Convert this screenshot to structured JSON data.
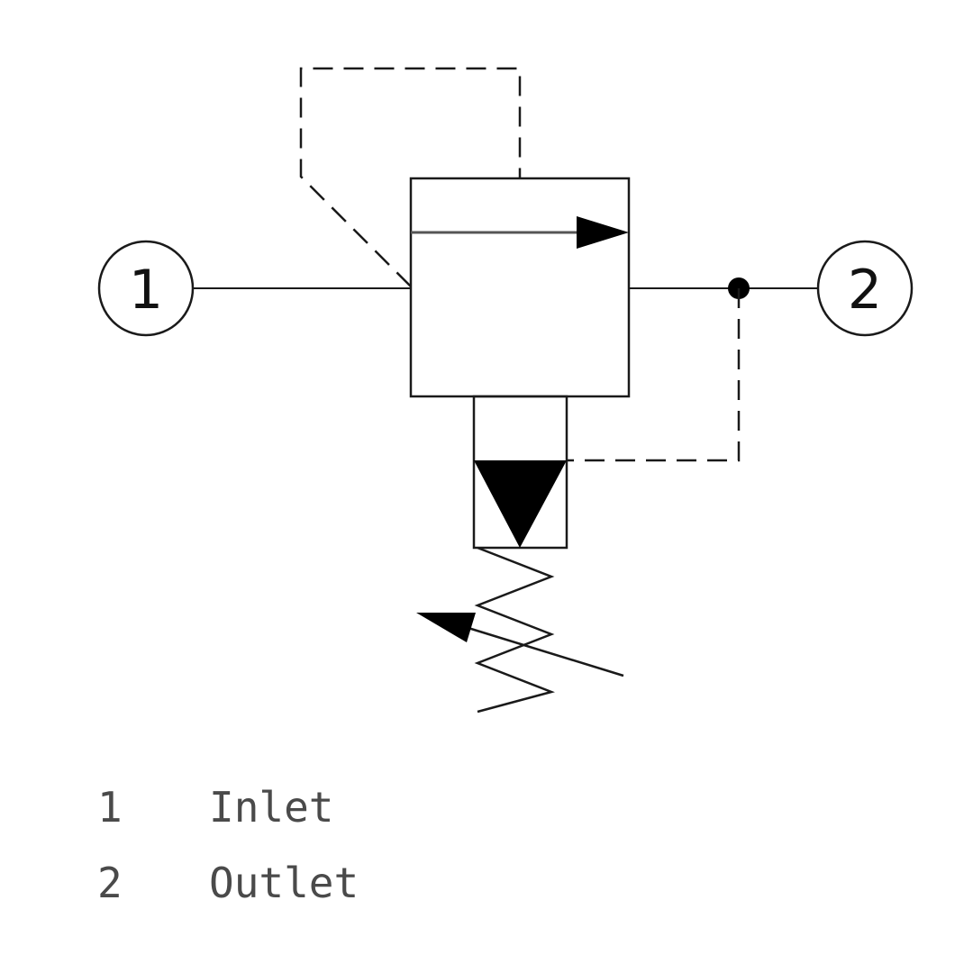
{
  "ports": {
    "inlet": "1",
    "outlet": "2"
  },
  "legend": [
    {
      "number": "1",
      "label": "Inlet"
    },
    {
      "number": "2",
      "label": "Outlet"
    }
  ],
  "colors": {
    "line": "#1a1a1a",
    "text": "#4a4a4a"
  }
}
